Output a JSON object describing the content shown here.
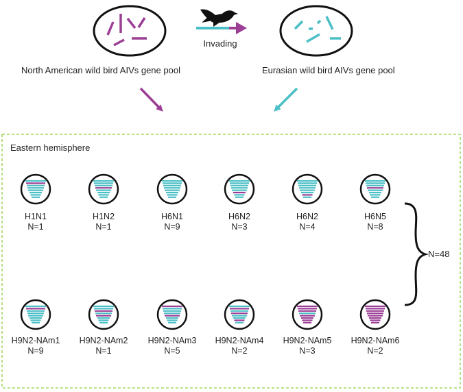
{
  "top": {
    "left_pool_label": "North American wild bird AIVs gene pool",
    "right_pool_label": "Eurasian wild bird AIVs gene pool",
    "arrow_label": "Invading",
    "bird_icon": "bird-icon"
  },
  "box": {
    "title": "Eastern hemisphere"
  },
  "brace_label": "N=48",
  "colors": {
    "eurasian": "#4bbfc6",
    "north_american": "#9b3f96",
    "box_border": "#8fcf3f",
    "ellipse": "#111111"
  },
  "rows": [
    {
      "viruses": [
        {
          "name": "H1N1",
          "n": "N=1",
          "segments": [
            "EA",
            "NA",
            "EA",
            "EA",
            "EA",
            "EA",
            "EA",
            "EA"
          ]
        },
        {
          "name": "H1N2",
          "n": "N=1",
          "segments": [
            "EA",
            "EA",
            "EA",
            "NA",
            "EA",
            "EA",
            "EA",
            "EA"
          ]
        },
        {
          "name": "H6N1",
          "n": "N=9",
          "segments": [
            "EA",
            "EA",
            "EA",
            "EA",
            "EA",
            "EA",
            "EA",
            "EA"
          ]
        },
        {
          "name": "H6N2",
          "n": "N=3",
          "segments": [
            "EA",
            "EA",
            "EA",
            "EA",
            "EA",
            "NA",
            "EA",
            "EA"
          ]
        },
        {
          "name": "H6N2",
          "n": "N=4",
          "segments": [
            "EA",
            "EA",
            "EA",
            "EA",
            "EA",
            "EA",
            "NA",
            "EA"
          ]
        },
        {
          "name": "H6N5",
          "n": "N=8",
          "segments": [
            "EA",
            "EA",
            "EA",
            "NA",
            "EA",
            "EA",
            "EA",
            "EA"
          ]
        }
      ]
    },
    {
      "viruses": [
        {
          "name": "H9N2-NAm1",
          "n": "N=9",
          "segments": [
            "EA",
            "NA",
            "EA",
            "EA",
            "EA",
            "EA",
            "EA",
            "EA"
          ]
        },
        {
          "name": "H9N2-NAm2",
          "n": "N=1",
          "segments": [
            "EA",
            "EA",
            "NA",
            "EA",
            "NA",
            "EA",
            "EA",
            "EA"
          ]
        },
        {
          "name": "H9N2-NAm3",
          "n": "N=5",
          "segments": [
            "NA",
            "EA",
            "EA",
            "EA",
            "NA",
            "EA",
            "EA",
            "EA"
          ]
        },
        {
          "name": "H9N2-NAm4",
          "n": "N=2",
          "segments": [
            "EA",
            "NA",
            "EA",
            "NA",
            "EA",
            "EA",
            "NA",
            "EA"
          ]
        },
        {
          "name": "H9N2-NAm5",
          "n": "N=3",
          "segments": [
            "NA",
            "NA",
            "NA",
            "EA",
            "NA",
            "NA",
            "NA",
            "NA"
          ]
        },
        {
          "name": "H9N2-NAm6",
          "n": "N=2",
          "segments": [
            "NA",
            "NA",
            "NA",
            "NA",
            "NA",
            "NA",
            "NA",
            "NA"
          ]
        }
      ]
    }
  ]
}
